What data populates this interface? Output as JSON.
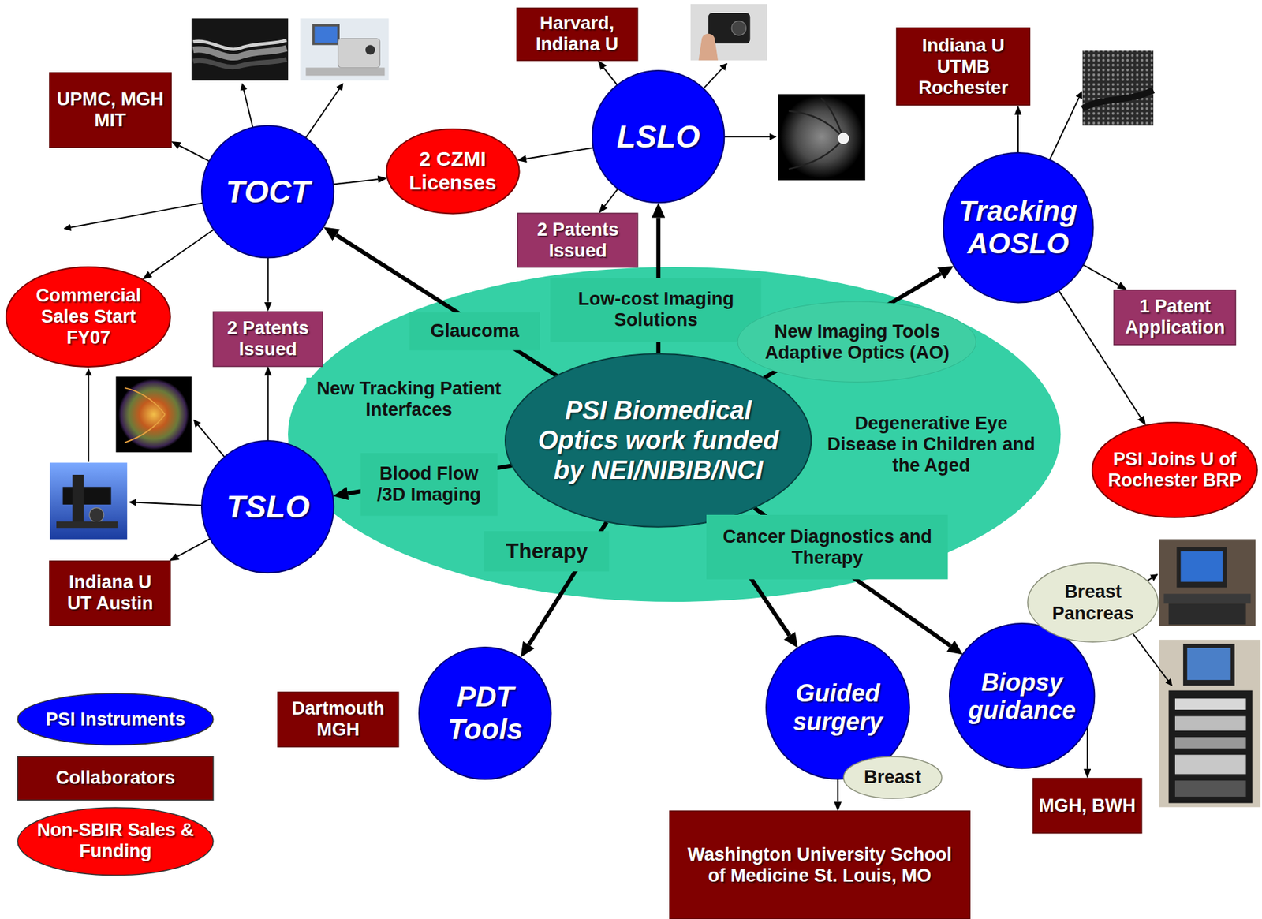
{
  "diagram": {
    "nodes": [
      {
        "text": [
          "UPMC, MGH MIT"
        ]
      },
      {
        "text": [
          "Harvard, Indiana U"
        ]
      },
      {
        "text": [
          "Indiana U UTMB Rochester"
        ]
      },
      {
        "text": [
          "TOCT"
        ]
      },
      {
        "text": [
          "2 CZMI Licenses"
        ]
      },
      {
        "text": [
          "LSLO"
        ]
      },
      {
        "text": [
          "Tracking AOSLO"
        ]
      },
      {
        "text": [
          "2 Patents Issued"
        ]
      },
      {
        "text": [
          "Commercial Sales Start FY07"
        ]
      },
      {
        "text": [
          "2 Patents Issued"
        ]
      },
      {
        "text": [
          "1 Patent Application"
        ]
      },
      {
        "text": [
          "New Tracking Patient Interfaces",
          "Degenerative Eye Disease in Children and the Aged"
        ]
      },
      {
        "text": [
          "Glaucoma"
        ],
        "in": 11
      },
      {
        "text": [
          "Low-cost Imaging Solutions"
        ],
        "in": 11
      },
      {
        "text": [
          "New Imaging Tools Adaptive Optics (AO)"
        ],
        "in": 11
      },
      {
        "text": [
          "PSI Biomedical Optics work funded by NEI/NIBIB/NCI"
        ],
        "in": 11
      },
      {
        "text": [
          "Blood Flow /3D Imaging"
        ],
        "in": 11
      },
      {
        "text": [
          "Therapy"
        ],
        "in": 11
      },
      {
        "text": [
          "Cancer Diagnostics and Therapy"
        ],
        "in": 11
      },
      {
        "text": [
          "TSLO"
        ]
      },
      {
        "text": [
          "Indiana U UT Austin"
        ]
      },
      {
        "text": [
          "Dartmouth MGH"
        ]
      },
      {
        "text": [
          "PDT Tools"
        ]
      },
      {
        "text": [
          "Guided surgery"
        ]
      },
      {
        "text": [
          "Breast"
        ]
      },
      {
        "text": [
          "Washington University School of Medicine St. Louis, MO"
        ]
      },
      {
        "text": [
          "Biopsy guidance"
        ]
      },
      {
        "text": [
          "Breast Pancreas"
        ]
      },
      {
        "text": [
          "MGH, BWH"
        ]
      },
      {
        "text": [
          "PSI Joins U of Rochester BRP"
        ]
      }
    ],
    "edges": [
      {
        "from": 15,
        "to": 3,
        "arrow": "to"
      },
      {
        "from": 15,
        "to": 5,
        "arrow": "to"
      },
      {
        "from": 15,
        "to": 6,
        "arrow": "to"
      },
      {
        "from": 15,
        "to": 19,
        "arrow": "to"
      },
      {
        "from": 15,
        "to": 22,
        "arrow": "to"
      },
      {
        "from": 15,
        "to": 23,
        "arrow": "to"
      },
      {
        "from": 15,
        "to": 26,
        "arrow": "to"
      },
      {
        "from": 3,
        "to": 0,
        "arrow": "to"
      },
      {
        "from": 3,
        "to": 4,
        "arrow": "to"
      },
      {
        "from": 3,
        "to": 8,
        "arrow": "to"
      },
      {
        "from": 3,
        "to": 9,
        "arrow": "to"
      },
      {
        "from": 5,
        "to": 1,
        "arrow": "to"
      },
      {
        "from": 5,
        "to": 4,
        "arrow": "to"
      },
      {
        "from": 5,
        "to": 7,
        "arrow": "to"
      },
      {
        "from": 6,
        "to": 2,
        "arrow": "to"
      },
      {
        "from": 6,
        "to": 10,
        "arrow": "to"
      },
      {
        "from": 6,
        "to": 29,
        "arrow": "to"
      },
      {
        "from": 19,
        "to": 9,
        "arrow": "to"
      },
      {
        "from": 19,
        "to": 20,
        "arrow": "to"
      },
      {
        "from": 23,
        "to": 25,
        "arrow": "to"
      },
      {
        "from": 26,
        "to": 28,
        "arrow": "to"
      }
    ],
    "legend": [
      {
        "text": "PSI Instruments",
        "color": "#0000ff"
      },
      {
        "text": "Collaborators",
        "color": "#800000"
      },
      {
        "text": "Non-SBIR Sales & Funding",
        "color": "#ff0000"
      }
    ]
  }
}
